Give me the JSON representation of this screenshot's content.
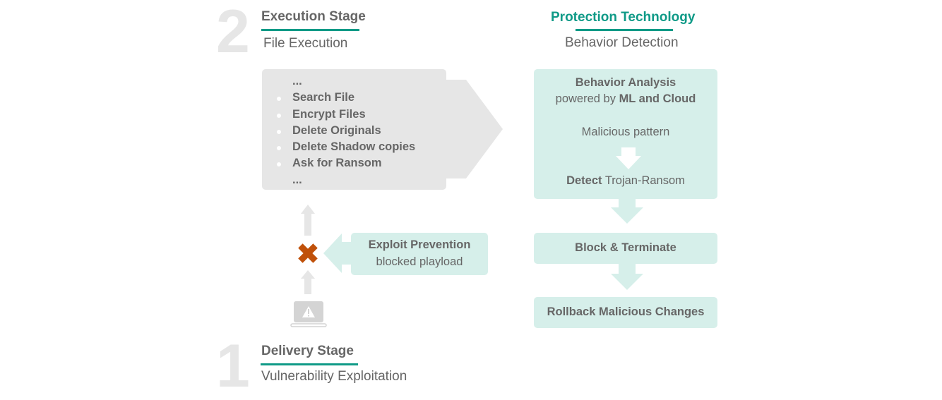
{
  "execution_stage": {
    "number": "2",
    "title": "Execution Stage",
    "subtitle": "File Execution",
    "actions": [
      "...",
      "Search File",
      "Encrypt Files",
      "Delete Originals",
      "Delete Shadow copies",
      "Ask for Ransom",
      "..."
    ]
  },
  "delivery_stage": {
    "number": "1",
    "title": "Delivery Stage",
    "subtitle": "Vulnerability Exploitation"
  },
  "exploit_prevention": {
    "title": "Exploit Prevention",
    "subtitle": "blocked playload"
  },
  "protection": {
    "title": "Protection Technology",
    "subtitle": "Behavior Detection",
    "analysis": {
      "title": "Behavior Analysis",
      "powered_prefix": "powered by",
      "powered_bold": "ML and Cloud",
      "pattern": "Malicious pattern",
      "detect_bold": "Detect",
      "detect_rest": "Trojan-Ransom"
    },
    "block": "Block & Terminate",
    "rollback": "Rollback Malicious Changes"
  },
  "icons": {
    "blocked": "x-mark-icon",
    "endpoint": "laptop-warning-icon"
  },
  "colors": {
    "accent": "#0f9a87",
    "teal_box": "#d6efea",
    "gray_box": "#e6e6e6",
    "blocked": "#c0510a",
    "text": "#666666"
  }
}
